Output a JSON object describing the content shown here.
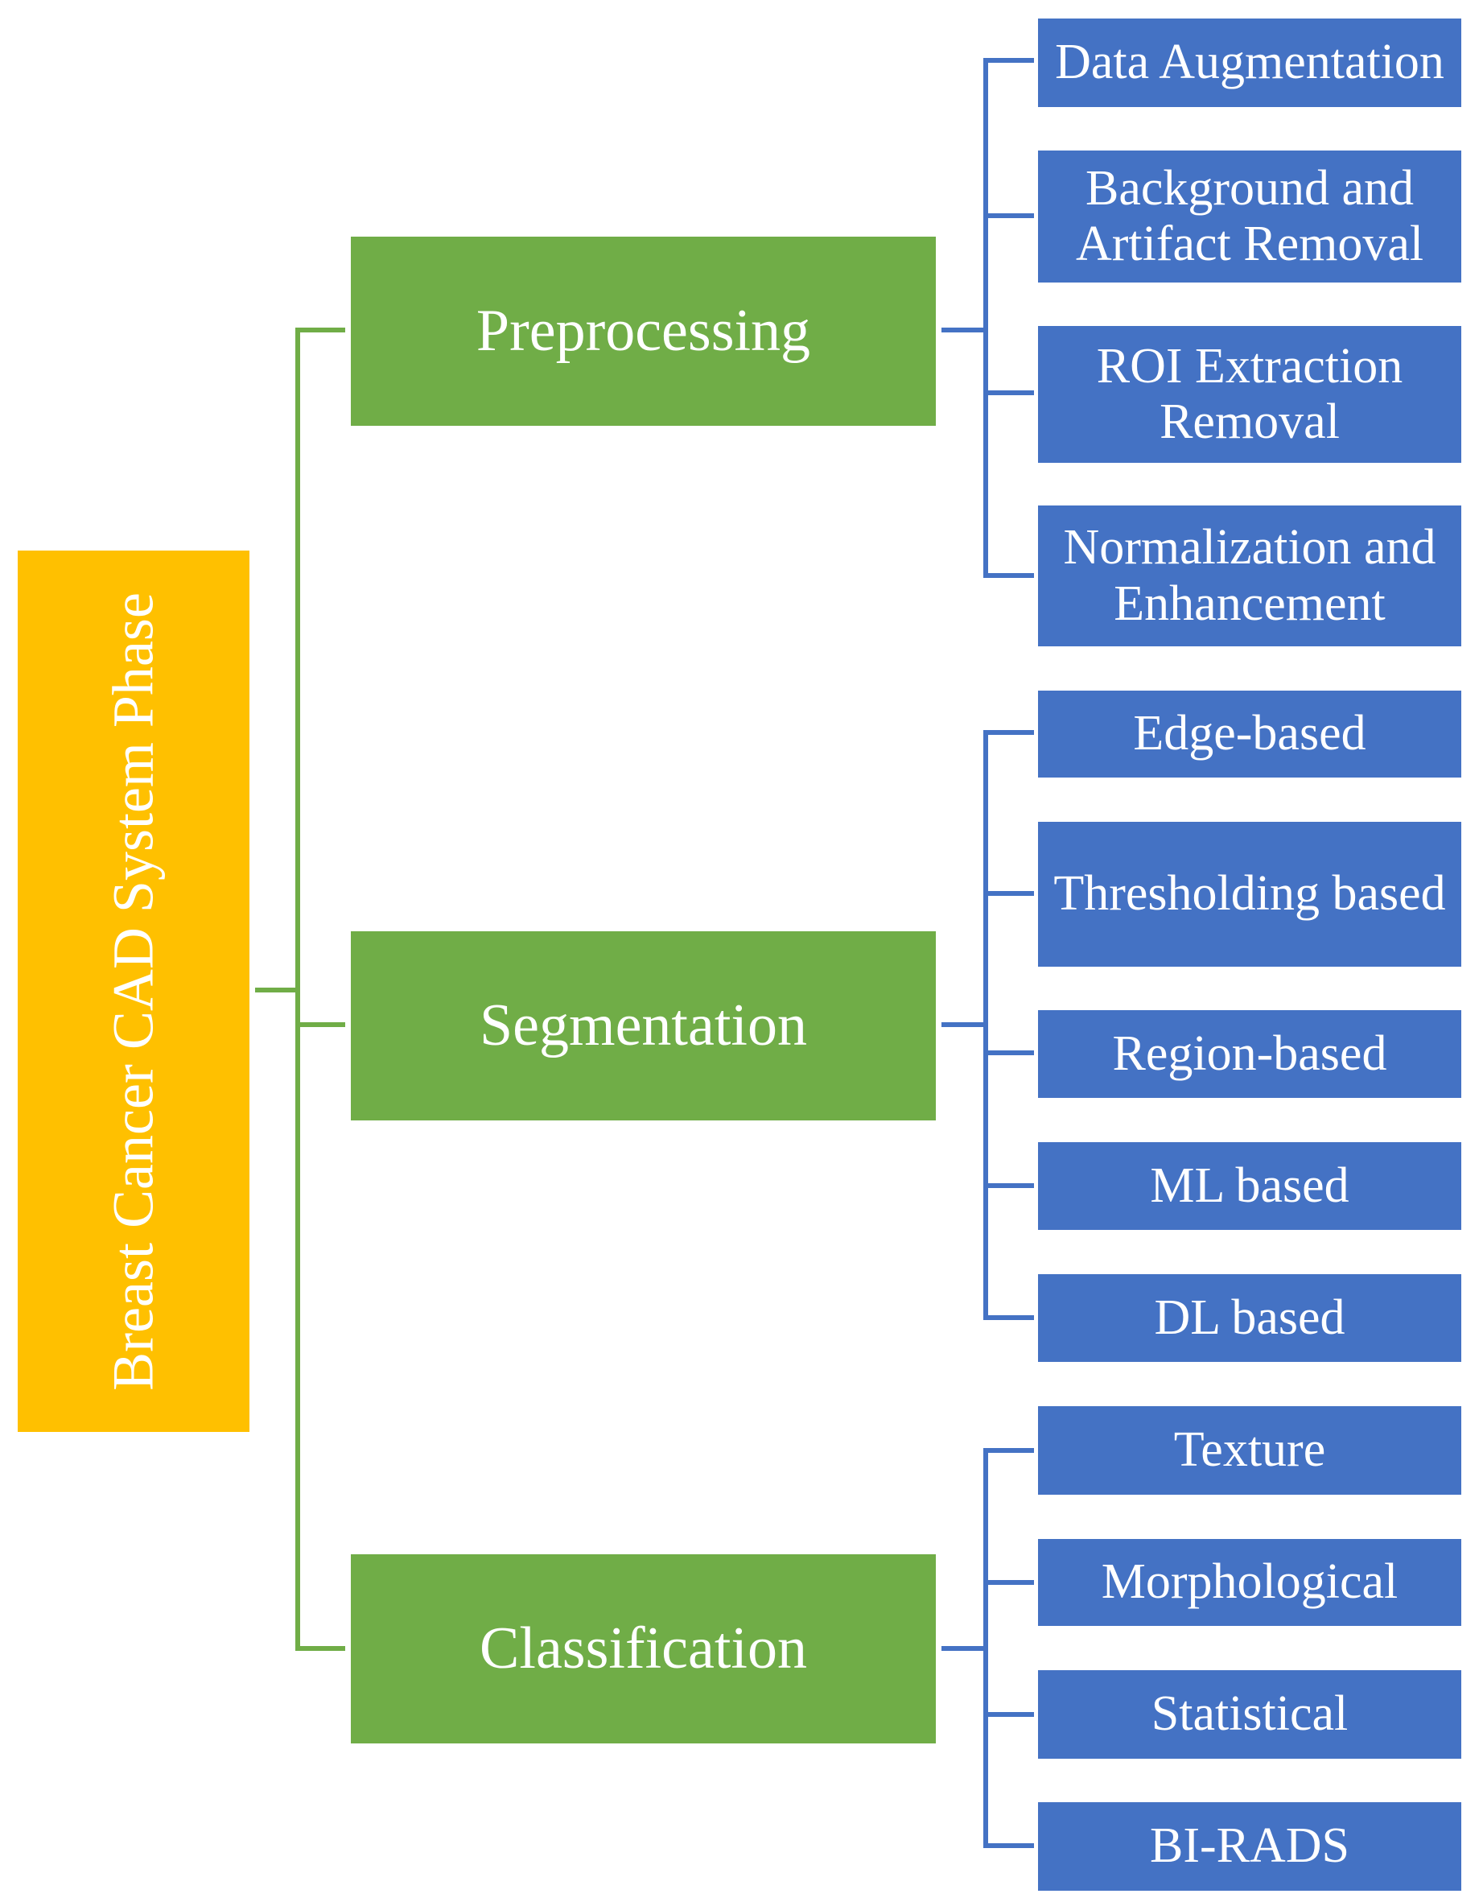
{
  "diagram": {
    "root": {
      "label": "Breast Cancer CAD System Phase",
      "color": "#FFC000"
    },
    "phase_color": "#70AD47",
    "leaf_color": "#4472C4",
    "phases": [
      {
        "label": "Preprocessing",
        "children": [
          "Data Augmentation",
          "Background and Artifact Removal",
          "ROI Extraction Removal",
          "Normalization and Enhancement"
        ]
      },
      {
        "label": "Segmentation",
        "children": [
          "Edge-based",
          "Thresholding based",
          "Region-based",
          "ML based",
          "DL based"
        ]
      },
      {
        "label": "Classification",
        "children": [
          "Texture",
          "Morphological",
          "Statistical",
          "BI-RADS"
        ]
      }
    ]
  }
}
